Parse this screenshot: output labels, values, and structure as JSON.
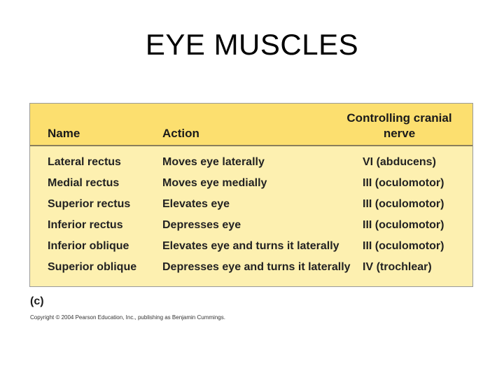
{
  "slide": {
    "title": "EYE MUSCLES"
  },
  "table": {
    "headers": {
      "name": "Name",
      "action": "Action",
      "nerve_line1": "Controlling cranial",
      "nerve_line2": "nerve"
    },
    "rows": [
      {
        "name": "Lateral rectus",
        "action": "Moves eye laterally",
        "nerve": "VI (abducens)"
      },
      {
        "name": "Medial rectus",
        "action": "Moves eye medially",
        "nerve": "III (oculomotor)"
      },
      {
        "name": "Superior rectus",
        "action": "Elevates eye",
        "nerve": "III (oculomotor)"
      },
      {
        "name": "Inferior rectus",
        "action": "Depresses eye",
        "nerve": "III (oculomotor)"
      },
      {
        "name": "Inferior oblique",
        "action": "Elevates eye and turns it laterally",
        "nerve": "III (oculomotor)"
      },
      {
        "name": "Superior oblique",
        "action": "Depresses eye and turns it laterally",
        "nerve": "IV (trochlear)"
      }
    ],
    "colors": {
      "header_band": "#fcdf6f",
      "body_fill": "#fdf0b0",
      "border": "#9a9a9a"
    }
  },
  "figure": {
    "label": "(c)",
    "copyright": "Copyright © 2004 Pearson Education, Inc., publishing as Benjamin Cummings."
  }
}
